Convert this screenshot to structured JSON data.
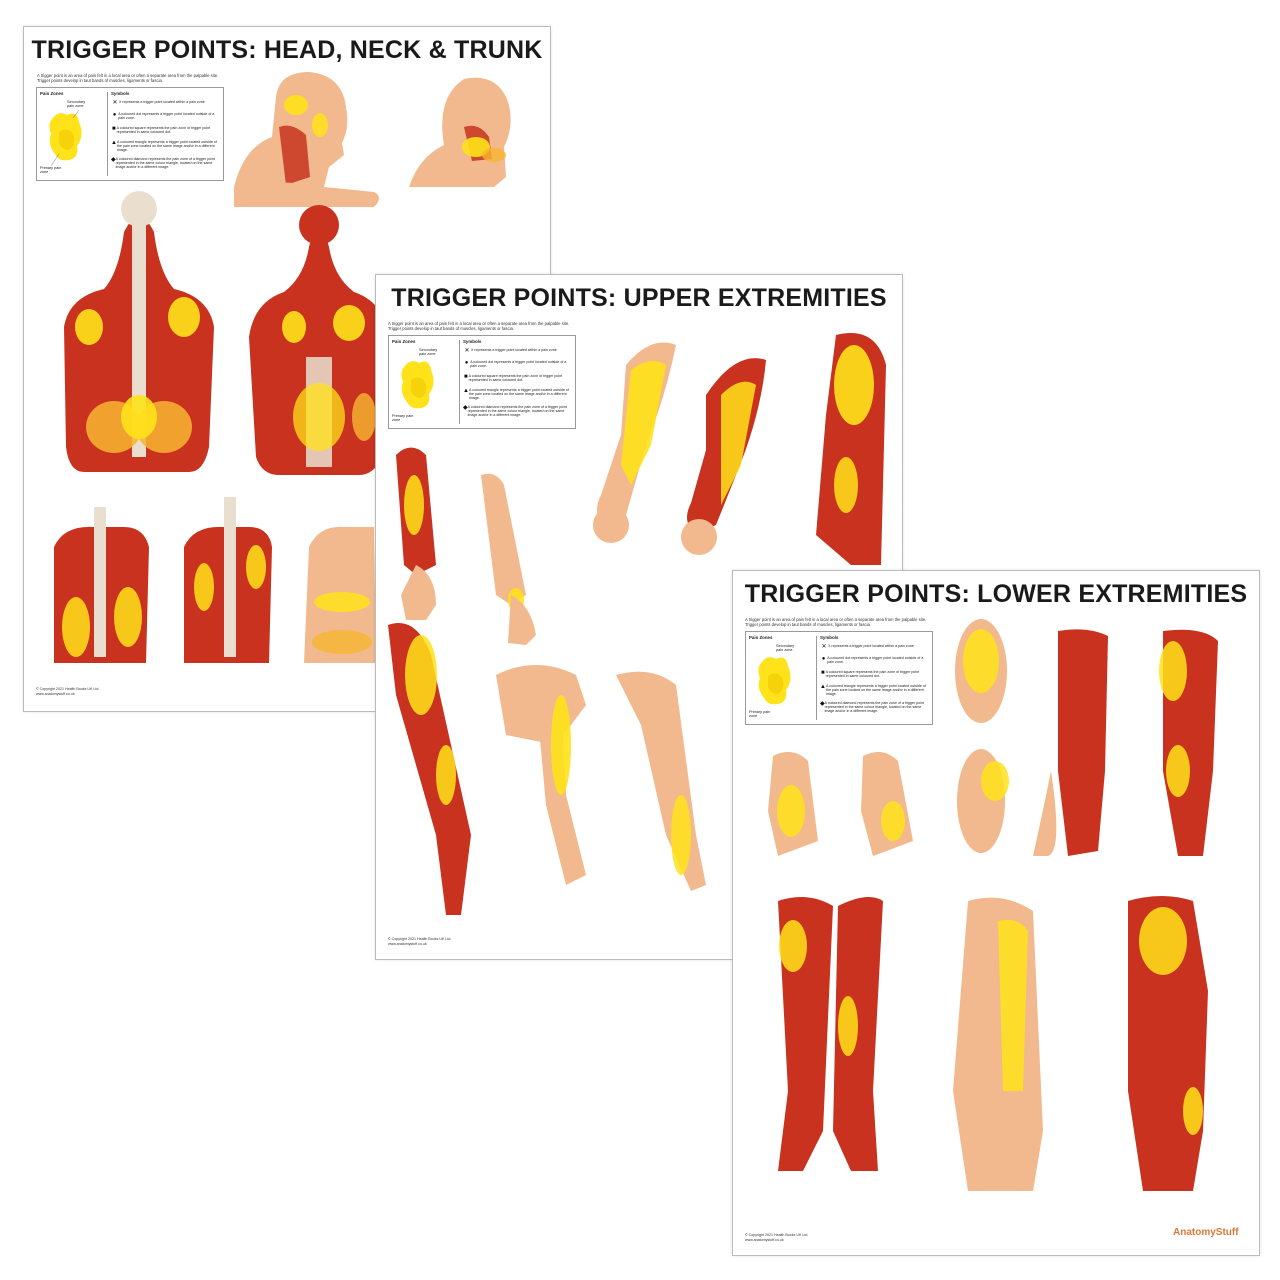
{
  "posters": [
    {
      "title": "TRIGGER POINTS: HEAD, NECK & TRUNK",
      "copyright": "© Copyright 2021 Health Books UK Ltd.",
      "url": "www.anatomystuff.co.uk"
    },
    {
      "title": "TRIGGER POINTS: UPPER EXTREMITIES",
      "copyright": "© Copyright 2021 Health Books UK Ltd.",
      "url": "www.anatomystuff.co.uk"
    },
    {
      "title": "TRIGGER POINTS: LOWER EXTREMITIES",
      "copyright": "© Copyright 2021 Health Books UK Ltd.",
      "url": "www.anatomystuff.co.uk",
      "brand": "AnatomyStuff"
    }
  ],
  "intro": "A trigger point is an area of pain felt in a local area or often a separate area from the palpable site. Trigger points develop in taut bands of muscles, ligaments or fascia.",
  "legend": {
    "pain_zones_heading": "Pain Zones",
    "secondary_label": "Secondary pain zone",
    "primary_label": "Primary pain zone",
    "symbols_heading": "Symbols",
    "symbols": [
      {
        "icon": "cross-icon",
        "glyph": "✕",
        "text": "X represents a trigger point located within a pain zone"
      },
      {
        "icon": "dot-icon",
        "glyph": "●",
        "text": "A coloured dot represents a trigger point located outside of a pain zone."
      },
      {
        "icon": "square-icon",
        "glyph": "■",
        "text": "A coloured square represents the pain zone of trigger point represented in same coloured dot."
      },
      {
        "icon": "triangle-icon",
        "glyph": "▲",
        "text": "A coloured triangle represents a trigger point located outside of the pain zone located on the same image and/or in a different image."
      },
      {
        "icon": "diamond-icon",
        "glyph": "◆",
        "text": "A coloured diamond represents the pain zone of a trigger point represented in the same colour triangle, located on the same image and/or in a different image."
      }
    ]
  },
  "colors": {
    "skin": "#f1b98d",
    "muscle": "#c8321e",
    "muscle_light": "#e0633a",
    "tendon": "#eadfcf",
    "pain_primary": "#ffe21a",
    "pain_secondary": "#f7b531",
    "bone": "#efe6d2",
    "brand": "#d8793a"
  }
}
